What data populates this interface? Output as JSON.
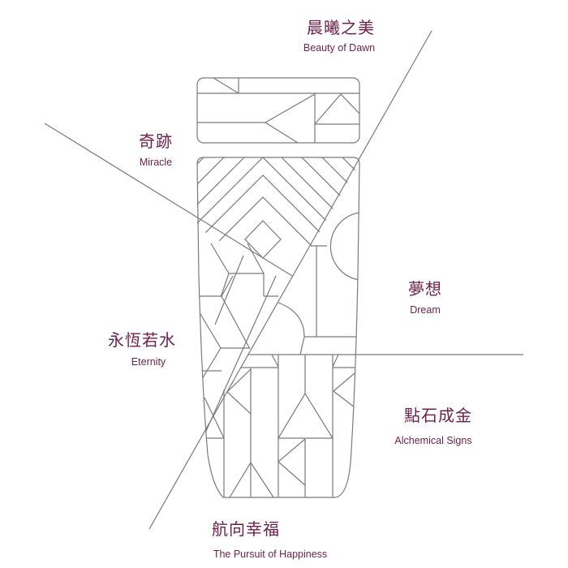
{
  "colors": {
    "label": "#6e1f4a",
    "line": "#7a7a7a"
  },
  "labels": [
    {
      "zh": "晨曦之美",
      "en": "Beauty of Dawn"
    },
    {
      "zh": "奇跡",
      "en": "Miracle"
    },
    {
      "zh": "夢想",
      "en": "Dream"
    },
    {
      "zh": "永恆若水",
      "en": "Eternity"
    },
    {
      "zh": "點石成金",
      "en": "Alchemical Signs"
    },
    {
      "zh": "航向幸福",
      "en": "The Pursuit of Happiness"
    }
  ]
}
